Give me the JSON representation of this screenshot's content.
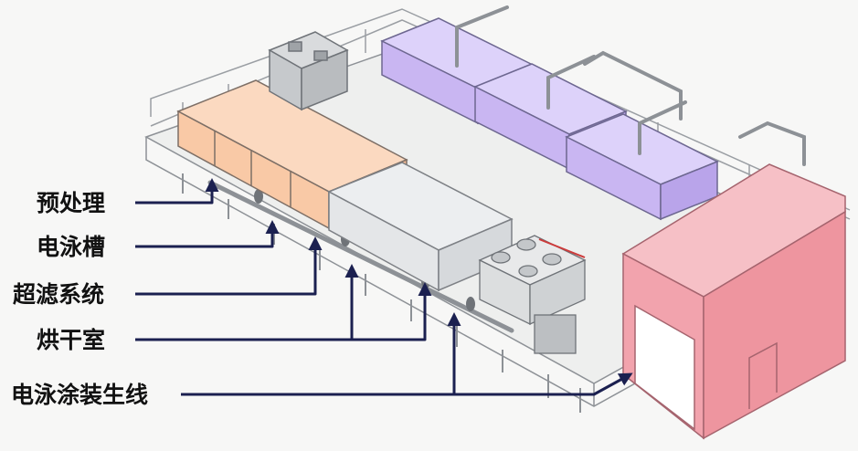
{
  "diagram": {
    "labels": [
      {
        "id": "pretreatment",
        "text": "预处理"
      },
      {
        "id": "tank",
        "text": "电泳槽"
      },
      {
        "id": "ultrafiltration",
        "text": "超滤系统"
      },
      {
        "id": "drying",
        "text": "烘干室"
      },
      {
        "id": "line",
        "text": "电泳涂装生线"
      }
    ]
  },
  "colors": {
    "leader": "#1b2050",
    "pretreatment_tank": "#f9c9a6",
    "electrophoresis_tank": "#e4e6e8",
    "rinse_tanks": "#c9b6f2",
    "drying_room": "#f2a3ad",
    "frame": "#8d9196"
  }
}
